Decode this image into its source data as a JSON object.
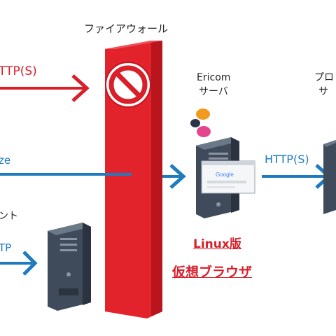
{
  "labels": {
    "firewall": "ファイアウォール",
    "http_s_blocked": "TTP(S)",
    "blue_partial": "ze",
    "client_partial": "ント",
    "http_partial": "TP",
    "ericom_line1": "Ericom",
    "ericom_line2": "サーバ",
    "proxy_line1": "プロ",
    "proxy_line2": "サ",
    "http_s": "HTTP(S)",
    "linux_edition": "Linux版",
    "virtual_browser": "仮想ブラウザ"
  },
  "colors": {
    "firewall_red": "#e3232c",
    "arrow_red": "#d81f2a",
    "arrow_blue": "#1f7bbf",
    "server_dark": "#3f4b5b"
  },
  "icons": [
    "prohibited-icon",
    "ericom-logo-icon",
    "server-icon",
    "browser-window-icon"
  ]
}
